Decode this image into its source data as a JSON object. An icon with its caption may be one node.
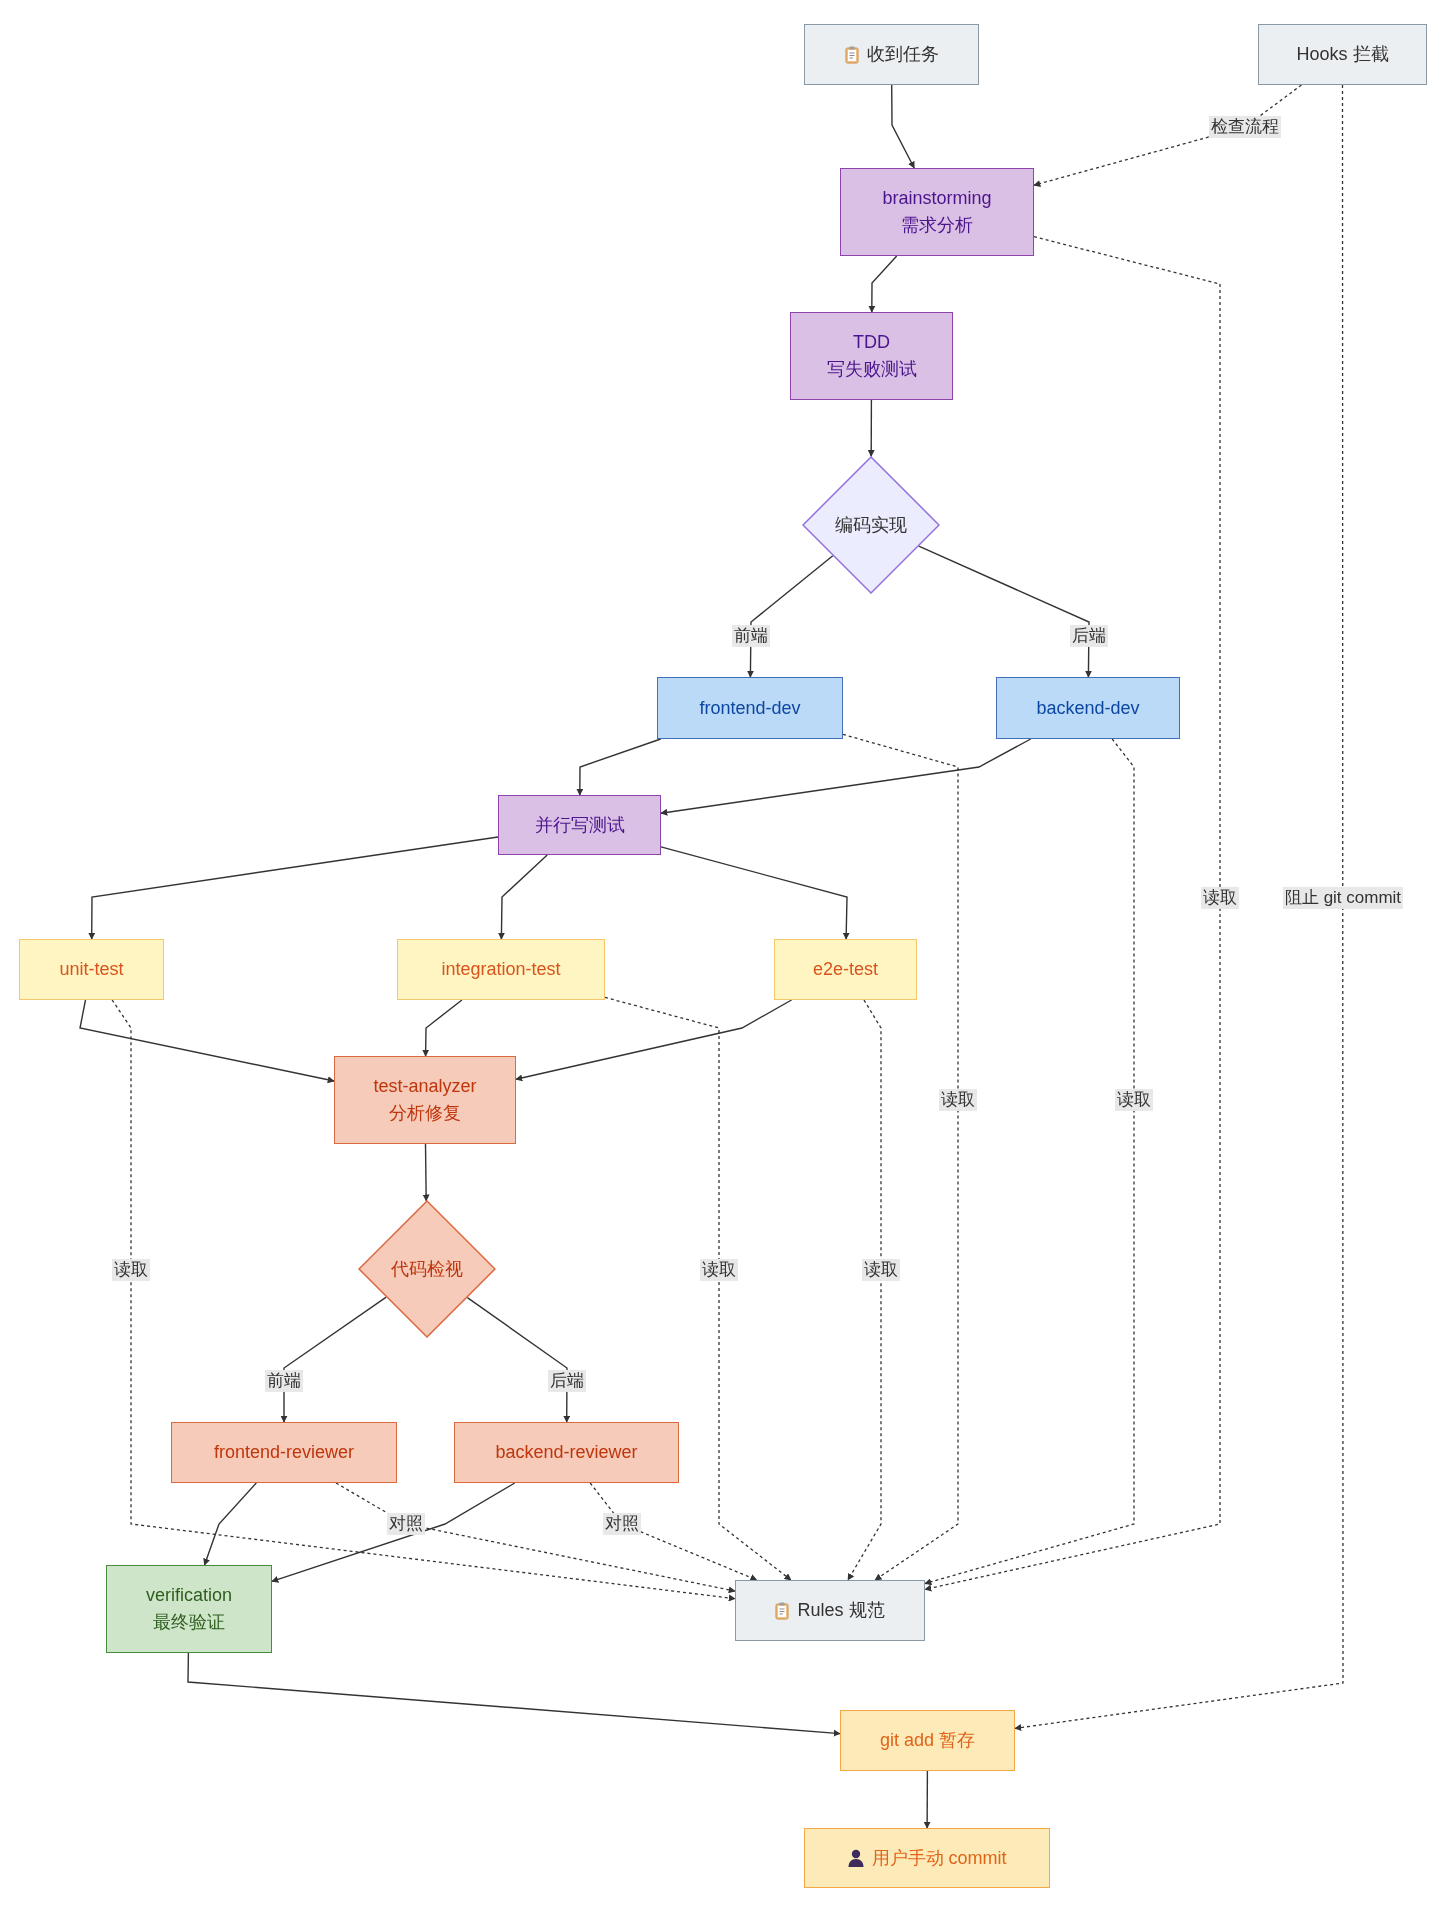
{
  "diagram": {
    "nodes": [
      {
        "text": [
          "收到任务"
        ]
      },
      {
        "text": [
          "Hooks 拦截"
        ]
      },
      {
        "text": [
          "brainstorming",
          "需求分析"
        ]
      },
      {
        "text": [
          "TDD",
          "写失败测试"
        ]
      },
      {
        "text": [
          "编码实现"
        ]
      },
      {
        "text": [
          "frontend-dev"
        ]
      },
      {
        "text": [
          "backend-dev"
        ]
      },
      {
        "text": [
          "并行写测试"
        ]
      },
      {
        "text": [
          "unit-test"
        ]
      },
      {
        "text": [
          "integration-test"
        ]
      },
      {
        "text": [
          "e2e-test"
        ]
      },
      {
        "text": [
          "test-analyzer",
          "分析修复"
        ]
      },
      {
        "text": [
          "代码检视"
        ]
      },
      {
        "text": [
          "frontend-reviewer"
        ]
      },
      {
        "text": [
          "backend-reviewer"
        ]
      },
      {
        "text": [
          "verification",
          "最终验证"
        ]
      },
      {
        "text": [
          "Rules 规范"
        ]
      },
      {
        "text": [
          "git add 暂存"
        ]
      },
      {
        "text": [
          "用户手动 commit"
        ]
      }
    ],
    "edges": [
      {
        "from": 0,
        "to": 2,
        "arrow": "to"
      },
      {
        "from": 1,
        "to": 2,
        "arrow": "to",
        "label": "检查流程",
        "style": "dashed"
      },
      {
        "from": 2,
        "to": 3,
        "arrow": "to"
      },
      {
        "from": 3,
        "to": 4,
        "arrow": "to"
      },
      {
        "from": 4,
        "to": 5,
        "arrow": "to",
        "label": "前端"
      },
      {
        "from": 4,
        "to": 6,
        "arrow": "to",
        "label": "后端"
      },
      {
        "from": 5,
        "to": 7,
        "arrow": "to"
      },
      {
        "from": 6,
        "to": 7,
        "arrow": "to"
      },
      {
        "from": 7,
        "to": 8,
        "arrow": "to"
      },
      {
        "from": 7,
        "to": 9,
        "arrow": "to"
      },
      {
        "from": 7,
        "to": 10,
        "arrow": "to"
      },
      {
        "from": 8,
        "to": 11,
        "arrow": "to"
      },
      {
        "from": 9,
        "to": 11,
        "arrow": "to"
      },
      {
        "from": 10,
        "to": 11,
        "arrow": "to"
      },
      {
        "from": 11,
        "to": 12,
        "arrow": "to"
      },
      {
        "from": 12,
        "to": 13,
        "arrow": "to",
        "label": "前端"
      },
      {
        "from": 12,
        "to": 14,
        "arrow": "to",
        "label": "后端"
      },
      {
        "from": 13,
        "to": 15,
        "arrow": "to"
      },
      {
        "from": 14,
        "to": 15,
        "arrow": "to"
      },
      {
        "from": 15,
        "to": 17,
        "arrow": "to"
      },
      {
        "from": 17,
        "to": 18,
        "arrow": "to"
      },
      {
        "from": 1,
        "to": 17,
        "arrow": "to",
        "label": "阻止 git commit",
        "style": "dashed"
      },
      {
        "from": 2,
        "to": 16,
        "arrow": "to",
        "label": "读取",
        "style": "dashed"
      },
      {
        "from": 5,
        "to": 16,
        "arrow": "to",
        "label": "读取",
        "style": "dashed"
      },
      {
        "from": 6,
        "to": 16,
        "arrow": "to",
        "label": "读取",
        "style": "dashed"
      },
      {
        "from": 8,
        "to": 16,
        "arrow": "to",
        "label": "读取",
        "style": "dashed"
      },
      {
        "from": 9,
        "to": 16,
        "arrow": "to",
        "label": "读取",
        "style": "dashed"
      },
      {
        "from": 10,
        "to": 16,
        "arrow": "to",
        "label": "读取",
        "style": "dashed"
      },
      {
        "from": 13,
        "to": 16,
        "arrow": "to",
        "label": "对照",
        "style": "dashed"
      },
      {
        "from": 14,
        "to": 16,
        "arrow": "to",
        "label": "对照",
        "style": "dashed"
      }
    ]
  }
}
